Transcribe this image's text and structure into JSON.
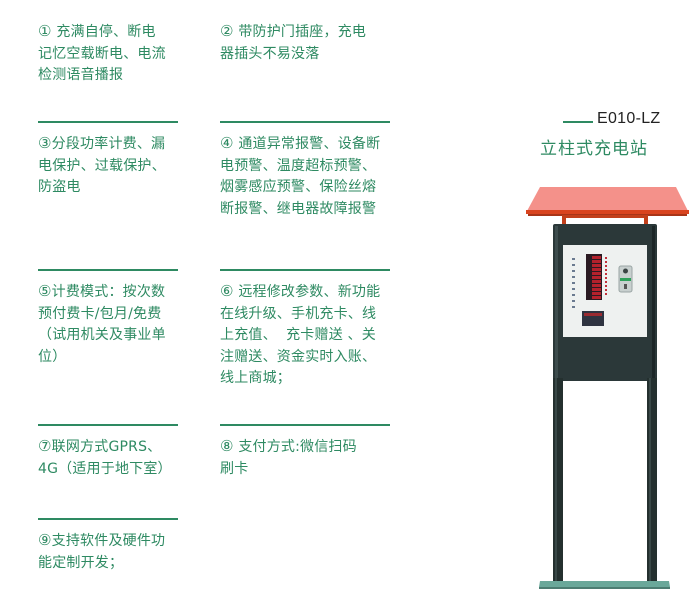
{
  "product": {
    "model": "E010-LZ",
    "name": "立柱式充电站",
    "colors": {
      "accent": "#2e8a62",
      "roof": "#f07a72",
      "roof_edge": "#d9441f",
      "cabinet": "#2d3a3a",
      "base": "#6aa89a"
    }
  },
  "features": [
    {
      "num": "①",
      "text": "充满自停、断电记忆空载断电、电流检测语音播报",
      "lines": [
        "充满自停、断电",
        "记忆空载断电、电流",
        "检测语音播报"
      ]
    },
    {
      "num": "②",
      "text": "带防护门插座，充电器插头不易没落",
      "lines": [
        "带防护门插座，充电",
        "器插头不易没落"
      ]
    },
    {
      "num": "③",
      "text": "分段功率计费、漏电保护、过载保护、防盗电",
      "lines": [
        "分段功率计费、漏",
        "电保护、过载保护、",
        "防盗电"
      ]
    },
    {
      "num": "④",
      "text": "通道异常报警、设备断电预警、温度超标预警、烟雾感应预警、保险丝熔断报警、继电器故障报警",
      "lines": [
        "通道异常报警、设备断",
        "电预警、温度超标预警、",
        "烟雾感应预警、保险丝熔",
        "断报警、继电器故障报警"
      ]
    },
    {
      "num": "⑤",
      "text": "计费模式：按次数预付费卡/包月/免费（试用机关及事业单位）",
      "lines": [
        "计费模式：按次数",
        "预付费卡/包月/免费",
        "（试用机关及事业单",
        "位）"
      ]
    },
    {
      "num": "⑥",
      "text": "远程修改参数、新功能在线升级、手机充卡、线上充值、 充卡赠送 、关注赠送、资金实时入账、线上商城；",
      "lines": [
        "远程修改参数、新功能",
        "在线升级、手机充卡、线",
        "上充值、  充卡赠送 、关",
        "注赠送、资金实时入账、",
        "线上商城；"
      ]
    },
    {
      "num": "⑦",
      "text": "联网方式GPRS、4G（适用于地下室）",
      "lines": [
        "联网方式GPRS、",
        "4G（适用于地下室）"
      ]
    },
    {
      "num": "⑧",
      "text": "支付方式:微信扫码刷卡",
      "lines": [
        "支付方式:微信扫码",
        "刷卡"
      ]
    },
    {
      "num": "⑨",
      "text": "支持软件及硬件功能定制开发；",
      "lines": [
        "支持软件及硬件功",
        "能定制开发；"
      ]
    }
  ]
}
